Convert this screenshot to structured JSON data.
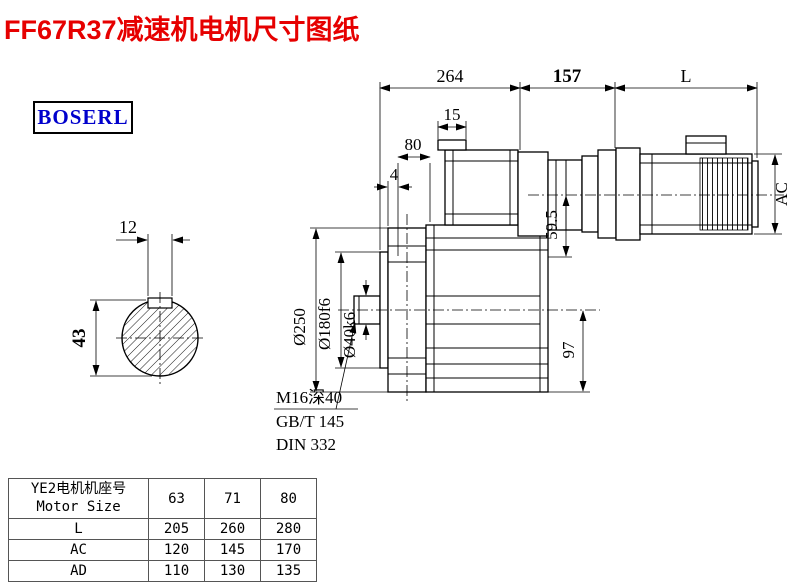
{
  "title": {
    "text": "FF67R37减速机电机尺寸图纸"
  },
  "logo": {
    "text": "BOSERL"
  },
  "colors": {
    "title": "#e60000",
    "logo_text": "#0000cc",
    "line": "#000000"
  },
  "drawing": {
    "dims": {
      "gearbox_length": "264",
      "input_length": "157",
      "motor_length": "L",
      "dim_15": "15",
      "dim_80": "80",
      "dim_4": "4",
      "key_width": "12",
      "dim_43": "43",
      "dia_flange": "Ø250",
      "dia_spigot": "Ø180f6",
      "dia_shaft": "Ø40k6",
      "dim_59_5": "59.5",
      "dim_97": "97",
      "motor_ac": "AC"
    },
    "notes": {
      "tapped_hole": "M16深40",
      "standard_gb": "GB/T 145",
      "standard_din": "DIN 332"
    }
  },
  "table": {
    "header_line1": "YE2电机机座号",
    "header_line2": "Motor Size",
    "columns": [
      "63",
      "71",
      "80"
    ],
    "rows": [
      {
        "label": "L",
        "values": [
          "205",
          "260",
          "280"
        ]
      },
      {
        "label": "AC",
        "values": [
          "120",
          "145",
          "170"
        ]
      },
      {
        "label": "AD",
        "values": [
          "110",
          "130",
          "135"
        ]
      }
    ]
  }
}
